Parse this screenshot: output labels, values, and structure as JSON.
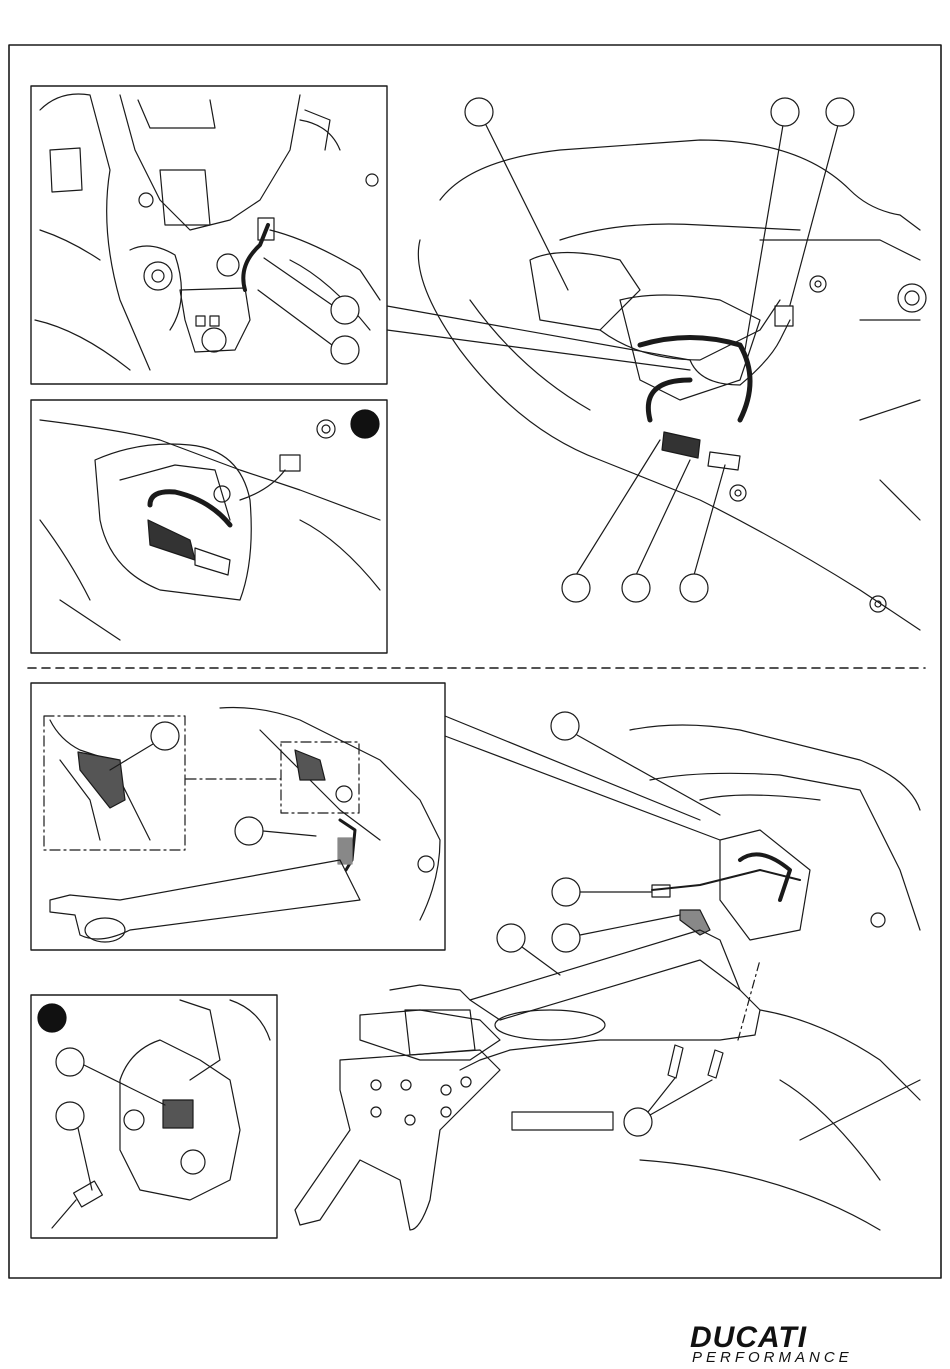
{
  "brand": {
    "name": "DUCATI",
    "tagline": "PERFORMANCE"
  },
  "figures": {
    "detail_a_badge": "black-dot",
    "detail_b_badge": "black-dot",
    "label_box": ""
  },
  "colors": {
    "ink": "#111111",
    "line": "#1a1a1a"
  }
}
